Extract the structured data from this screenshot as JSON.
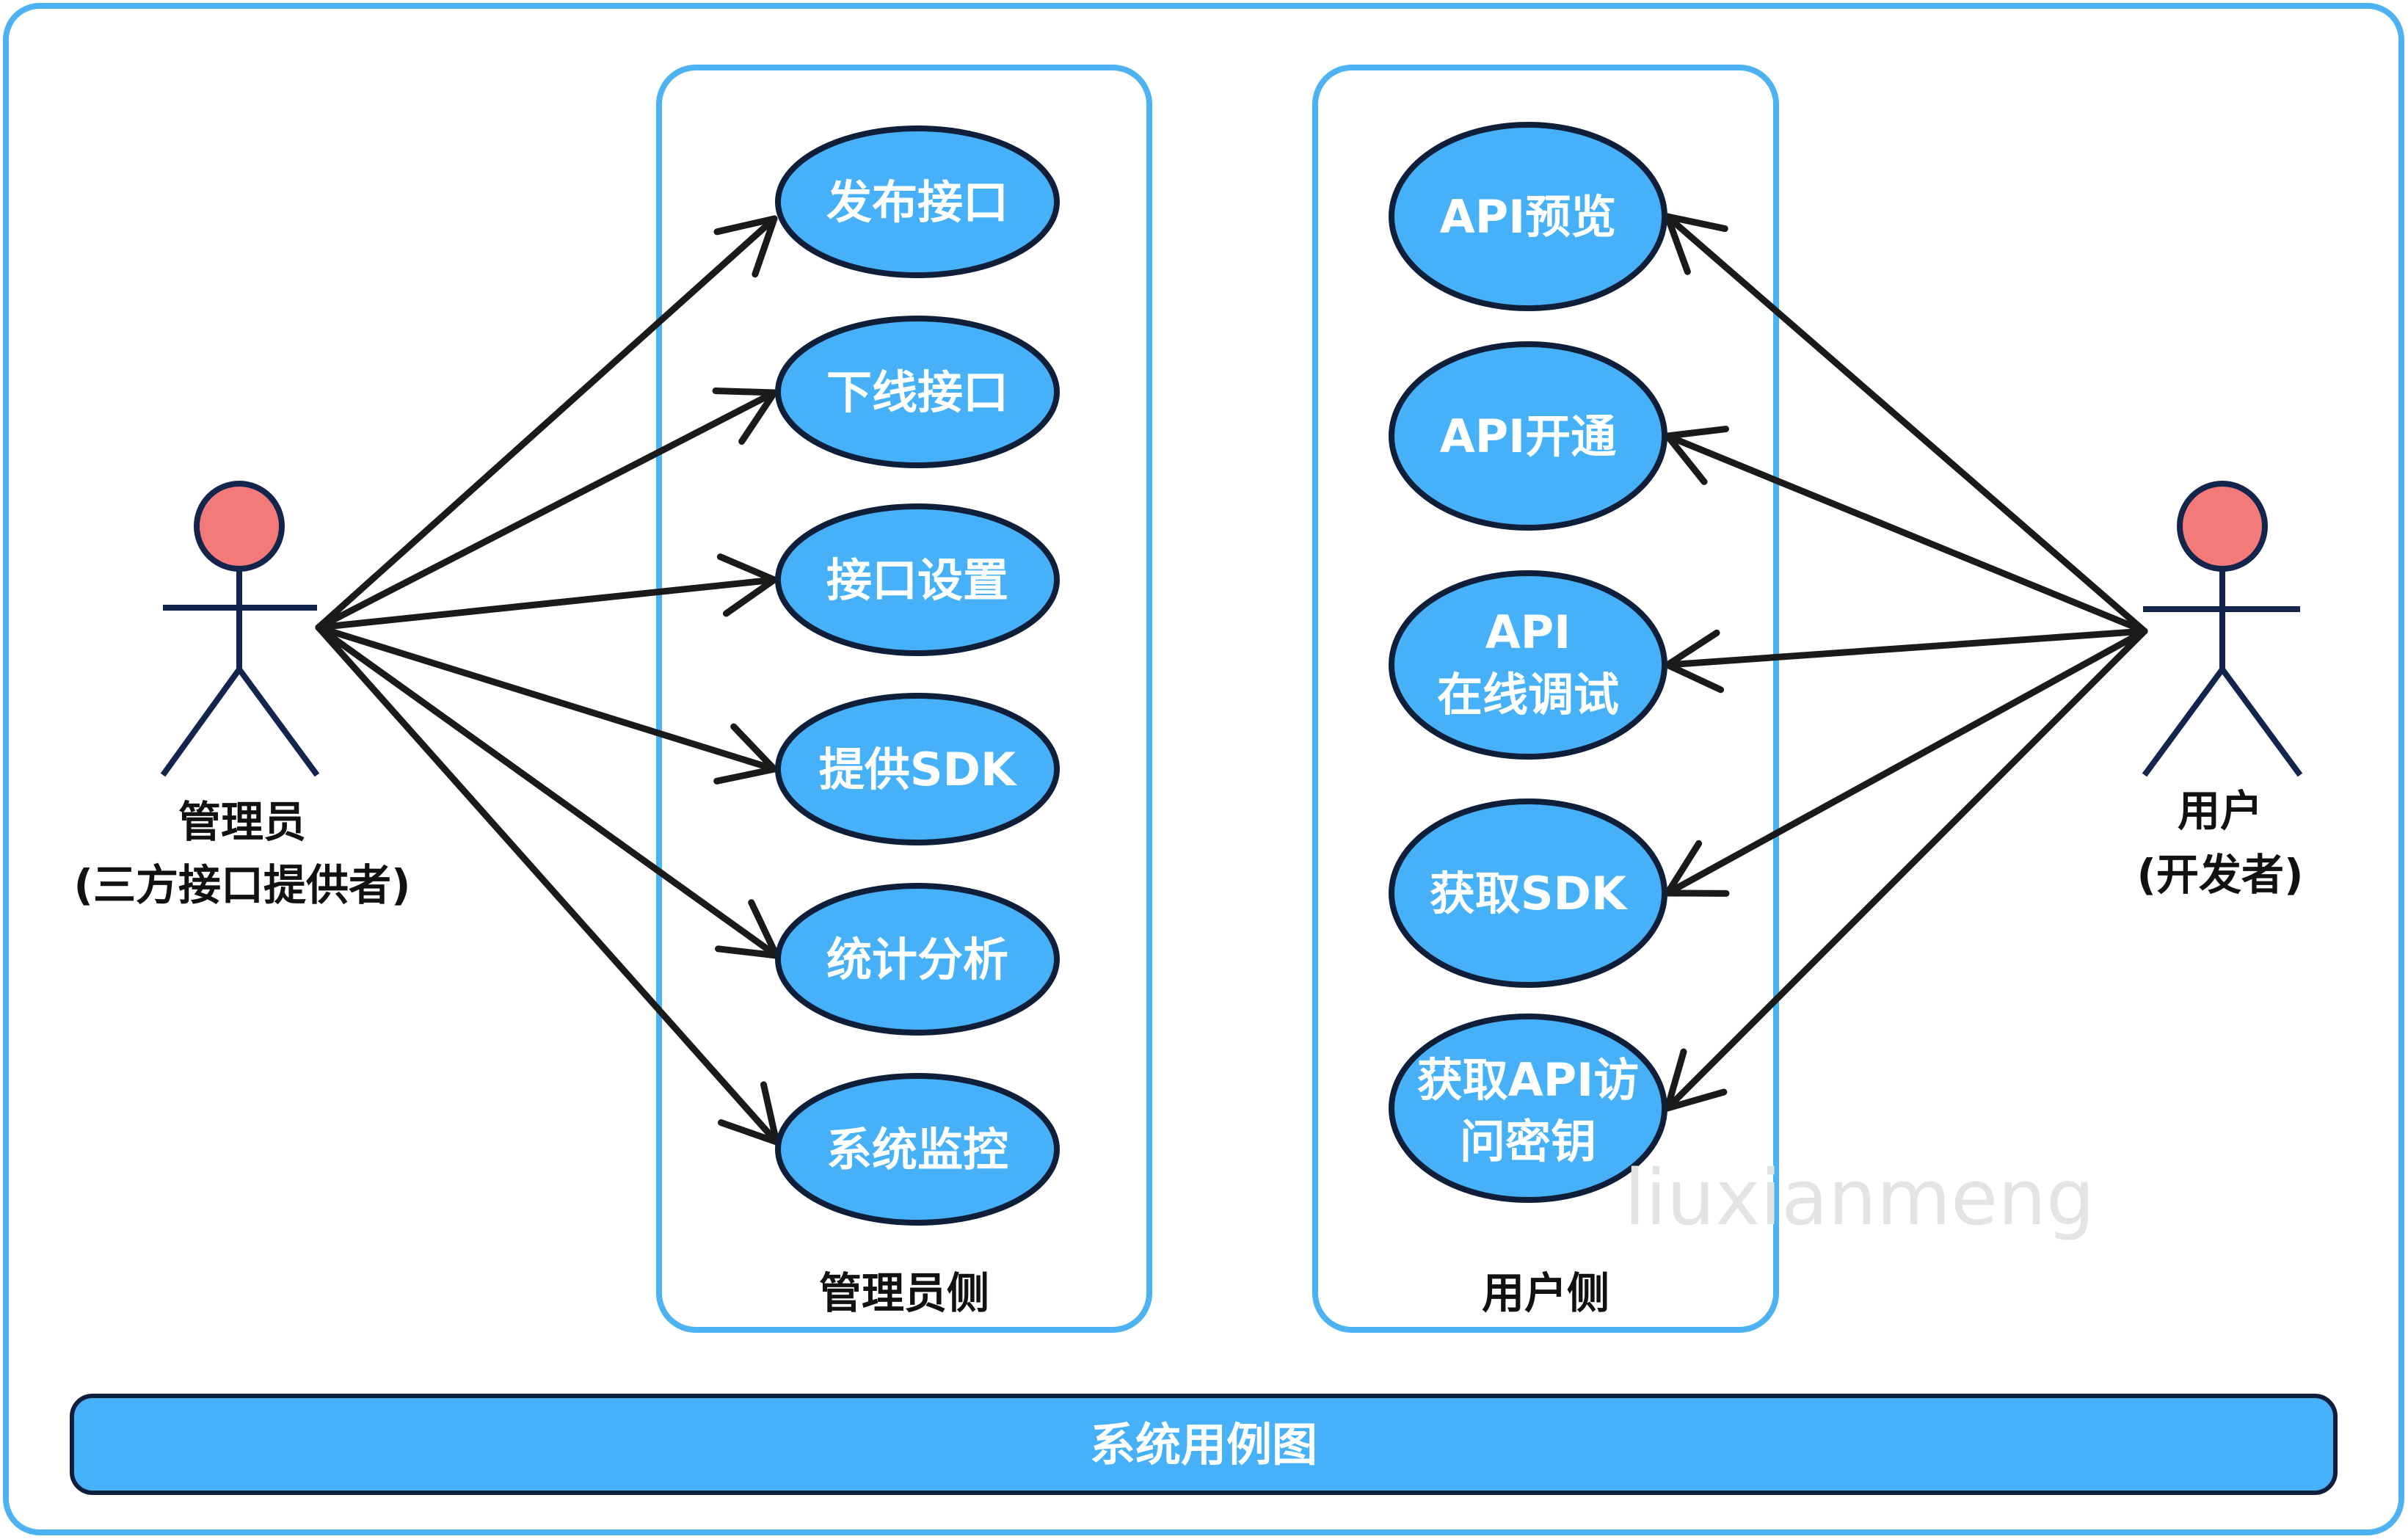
{
  "colors": {
    "frame": "#4db2f2",
    "usecase_fill": "#46b1f8",
    "usecase_stroke": "#0f1f3a",
    "actor_head": "#f47a7a",
    "actor_body": "#14254d",
    "arrow": "#1a1a1a",
    "banner_fill": "#46b1f8"
  },
  "admin": {
    "name": "管理员",
    "role": "(三方接口提供者)"
  },
  "user": {
    "name": "用户",
    "role": "(开发者)"
  },
  "admin_group": {
    "title": "管理员侧",
    "usecases": [
      {
        "lines": [
          "发布接口"
        ]
      },
      {
        "lines": [
          "下线接口"
        ]
      },
      {
        "lines": [
          "接口设置"
        ]
      },
      {
        "lines": [
          "提供SDK"
        ]
      },
      {
        "lines": [
          "统计分析"
        ]
      },
      {
        "lines": [
          "系统监控"
        ]
      }
    ]
  },
  "user_group": {
    "title": "用户侧",
    "usecases": [
      {
        "lines": [
          "API预览"
        ]
      },
      {
        "lines": [
          "API开通"
        ]
      },
      {
        "lines": [
          "API",
          "在线调试"
        ]
      },
      {
        "lines": [
          "获取SDK"
        ]
      },
      {
        "lines": [
          "获取API访",
          "问密钥"
        ]
      }
    ]
  },
  "banner": {
    "title": "系统用例图"
  },
  "watermark": "liuxianmeng"
}
